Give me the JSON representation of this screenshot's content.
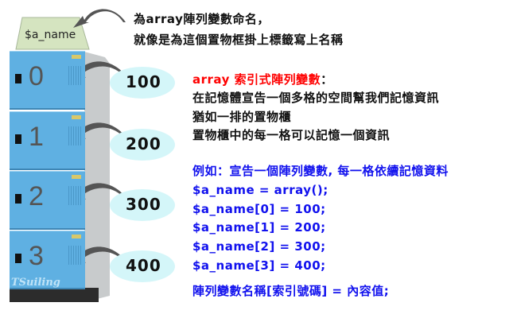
{
  "label_tag": "$a_name",
  "caption": [
    "為array陣列變數命名，",
    "就像是為這個置物框掛上標籤寫上名稱"
  ],
  "locker": {
    "indexes": [
      "0",
      "1",
      "2",
      "3"
    ],
    "brand": "TSuiling"
  },
  "values": [
    "100",
    "200",
    "300",
    "400"
  ],
  "explain": {
    "title": "array 索引式陣列變數",
    "colon": "：",
    "lines": [
      "在記憶體宣告一個多格的空間幫我們記憶資訊",
      "猶如一排的置物櫃",
      "置物櫃中的每一格可以記憶一個資訊"
    ]
  },
  "example": {
    "heading": "例如：宣告一個陣列變數, 每一格依續記憶資料",
    "code": [
      "$a_name = array();",
      "$a_name[0] = 100;",
      "$a_name[1] = 200;",
      "$a_name[2] = 300;",
      "$a_name[3] = 400;"
    ],
    "syntax": "陣列變數名稱[索引號碼] = 內容值;"
  },
  "colors": {
    "locker": "#5fb0e2",
    "oval": "#d4f6f9",
    "red": "#ff0000",
    "blue": "#1111ee"
  }
}
